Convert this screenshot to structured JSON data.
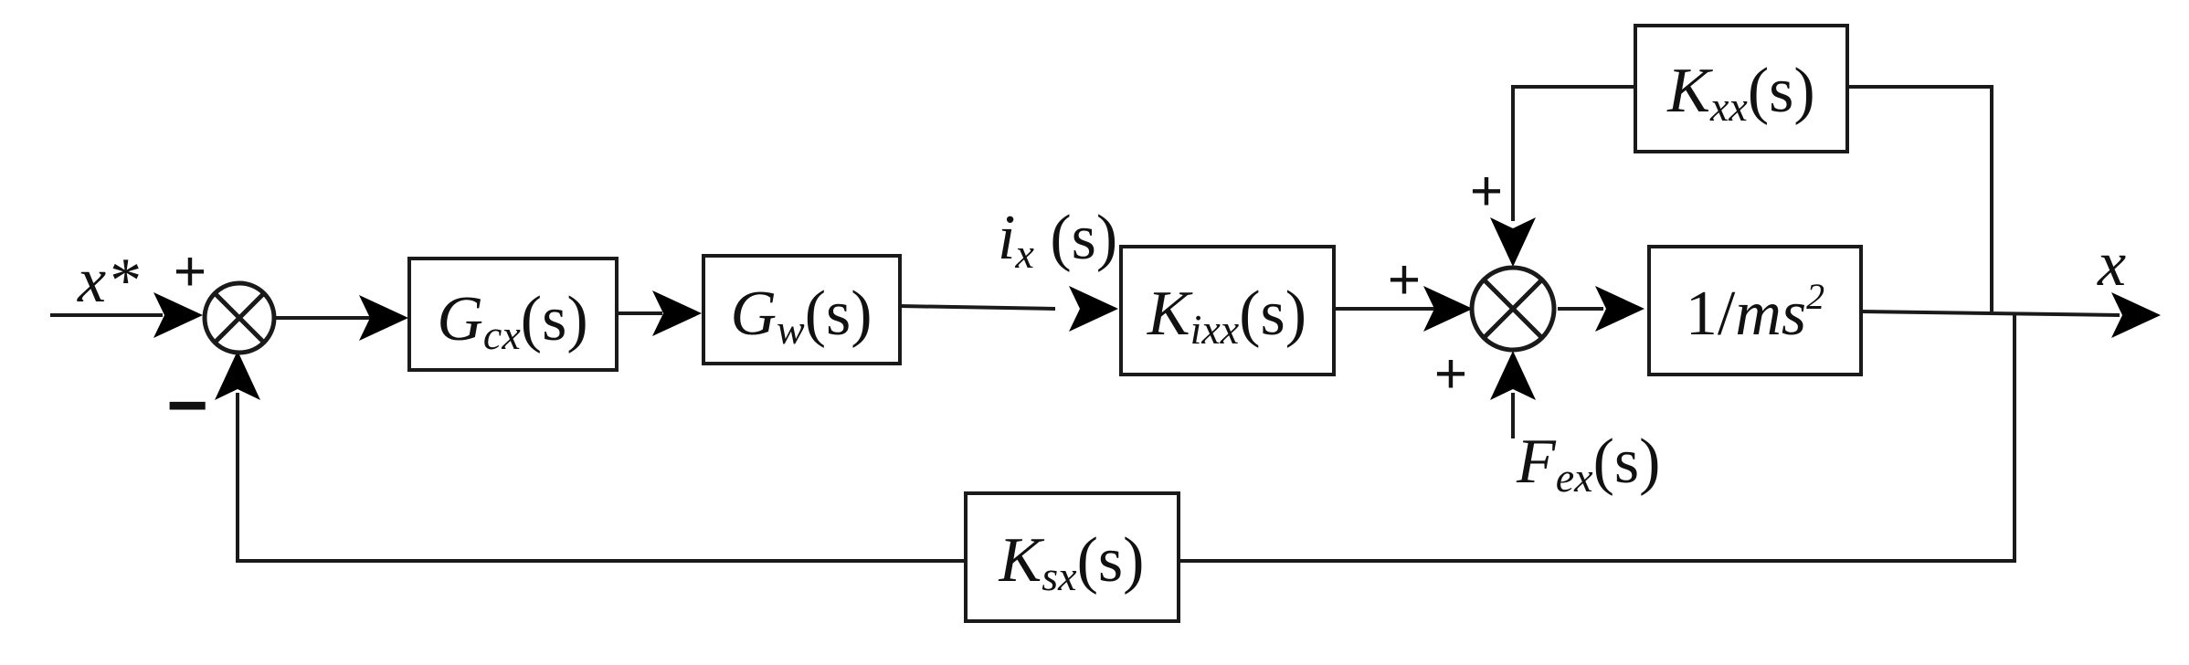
{
  "diagram": {
    "input": {
      "var": "x",
      "star": "*"
    },
    "output": {
      "var": "x"
    },
    "intermediate": {
      "var": "i",
      "sub": "x",
      "arg": " (s)"
    },
    "blocks": {
      "gcx": {
        "var": "G",
        "sub": "cx",
        "arg": "(s)"
      },
      "gw": {
        "var": "G",
        "sub": "w",
        "arg": "(s)"
      },
      "kixx": {
        "var": "K",
        "sub": "ixx",
        "arg": "(s)"
      },
      "plant": {
        "pre": "1/",
        "var": "ms",
        "sup": "2"
      },
      "kxx": {
        "var": "K",
        "sub": "xx",
        "arg": "(s)"
      },
      "ksx": {
        "var": "K",
        "sub": "sx",
        "arg": "(s)"
      }
    },
    "disturbance": {
      "var": "F",
      "sub": "ex",
      "arg": "(s)"
    },
    "signs": {
      "sum1_plus": "+",
      "sum1_minus": "−",
      "sum2_left_plus": "+",
      "sum2_top_plus": "+",
      "sum2_bottom_plus": "+"
    }
  }
}
